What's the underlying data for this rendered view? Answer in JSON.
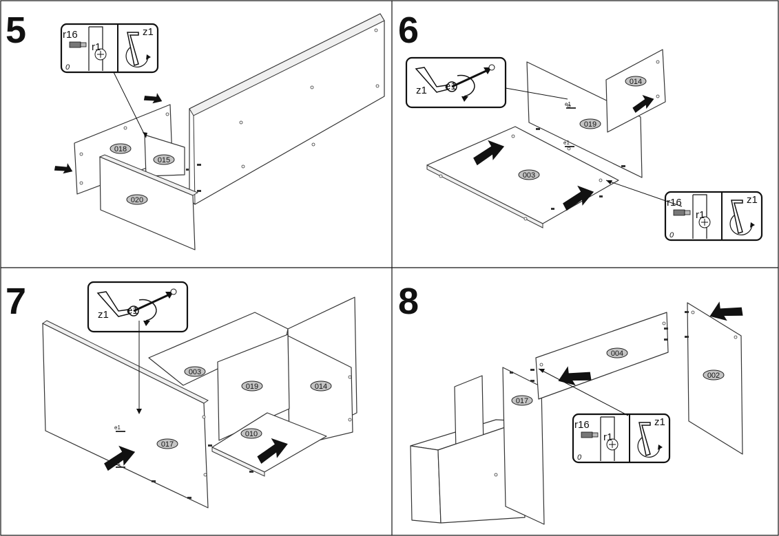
{
  "steps": [
    {
      "number": "5",
      "parts": [
        "018",
        "015",
        "020"
      ],
      "callout": {
        "r16": "r16",
        "r1": "r1",
        "z1": "z1",
        "mark": "0"
      }
    },
    {
      "number": "6",
      "parts": [
        "014",
        "019",
        "003"
      ],
      "callout_tool": {
        "z1": "z1",
        "e1": "e1"
      },
      "small_labels": [
        "e1",
        "e1"
      ],
      "callout": {
        "r16": "r16",
        "r1": "r1",
        "z1": "z1",
        "mark": "0"
      }
    },
    {
      "number": "7",
      "parts": [
        "003",
        "019",
        "014",
        "017",
        "010"
      ],
      "callout_tool": {
        "z1": "z1",
        "e1": "e1"
      },
      "small_labels": [
        "e1",
        "e1"
      ]
    },
    {
      "number": "8",
      "parts": [
        "004",
        "017",
        "002"
      ],
      "callout": {
        "r16": "r16",
        "r1": "r1",
        "z1": "z1",
        "mark": "0"
      }
    }
  ]
}
